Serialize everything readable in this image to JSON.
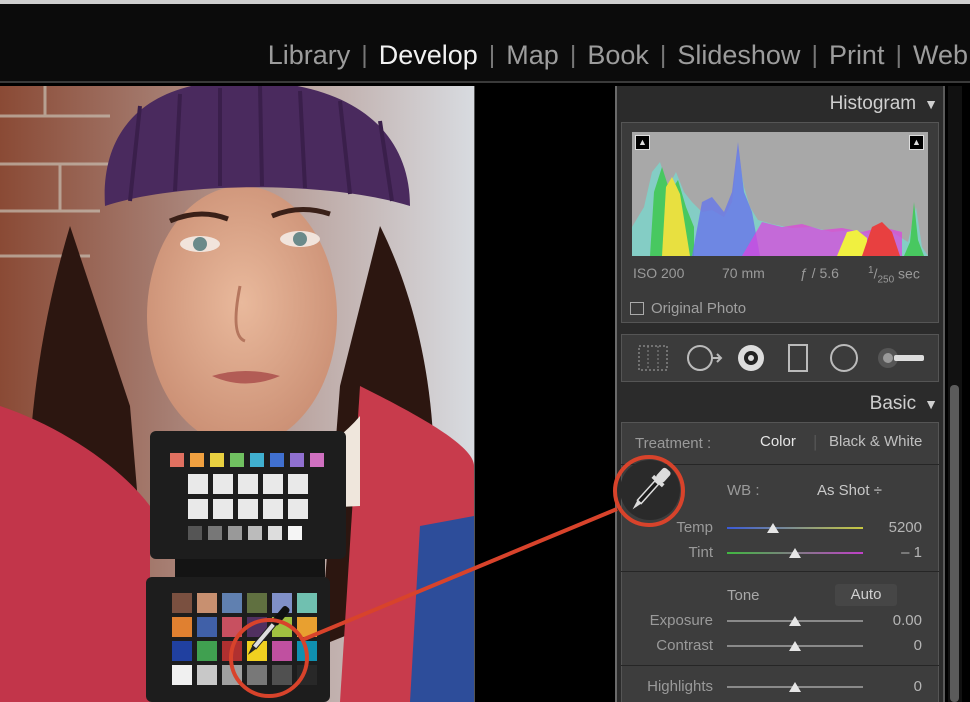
{
  "modules": [
    "Library",
    "Develop",
    "Map",
    "Book",
    "Slideshow",
    "Print",
    "Web"
  ],
  "active_module": "Develop",
  "histogram": {
    "title": "Histogram",
    "iso": "ISO 200",
    "focal": "70 mm",
    "aperture": "ƒ / 5.6",
    "shutter_num": "1",
    "shutter_den": "250",
    "shutter_unit": "sec",
    "original_photo_label": "Original Photo"
  },
  "basic": {
    "title": "Basic",
    "treatment_label": "Treatment :",
    "color_label": "Color",
    "bw_label": "Black & White",
    "wb_label": "WB :",
    "wb_value": "As Shot ÷",
    "temp_label": "Temp",
    "temp_value": "5200",
    "tint_label": "Tint",
    "tint_value": "– 1",
    "tone_label": "Tone",
    "auto_label": "Auto",
    "exposure_label": "Exposure",
    "exposure_value": "0.00",
    "contrast_label": "Contrast",
    "contrast_value": "0",
    "highlights_label": "Highlights",
    "highlights_value": "0"
  },
  "colors": {
    "annotation": "#d8432b",
    "panel_bg": "#3d3d3d"
  }
}
